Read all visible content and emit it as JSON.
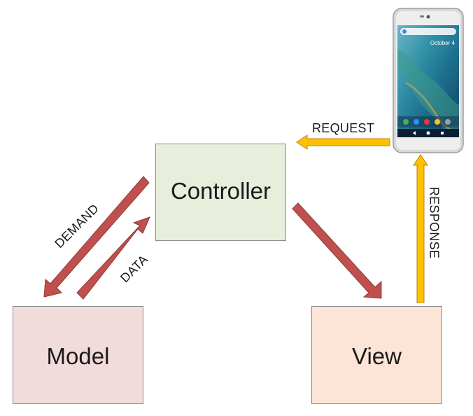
{
  "nodes": {
    "controller": "Controller",
    "model": "Model",
    "view": "View"
  },
  "edges": {
    "request": "REQUEST",
    "response": "RESPONSE",
    "demand": "DEMAND",
    "data": "DATA"
  },
  "phone": {
    "date": "October 4"
  },
  "colors": {
    "controller_fill": "#e7eedb",
    "model_fill": "#f2dcdb",
    "view_fill": "#fce4d6",
    "red_arrow": "#c0504d",
    "yellow_arrow": "#ffc000"
  }
}
